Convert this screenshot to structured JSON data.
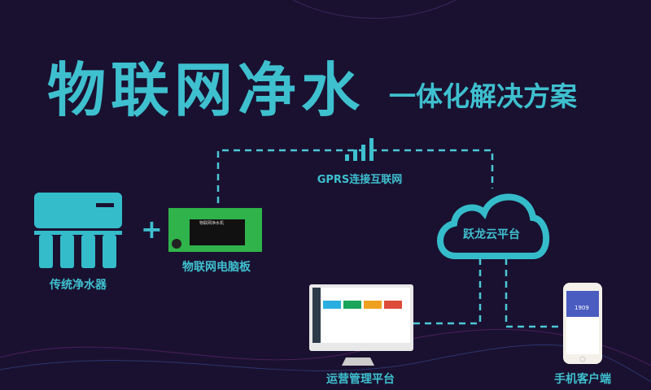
{
  "title": "物联网净水",
  "subtitle": "一体化解决方案",
  "nodes": {
    "filter": "传统净水器",
    "plus": "+",
    "pcb": "物联网电脑板",
    "gprs": "GPRS连接互联网",
    "cloud": "跃龙云平台",
    "platform": "运营管理平台",
    "mobile": "手机客户端"
  },
  "pcb_display": "物联网净水机",
  "phone_value": "1909",
  "colors": {
    "background": "#1a1130",
    "accent": "#35bccb",
    "pcb": "#2fb34a"
  }
}
